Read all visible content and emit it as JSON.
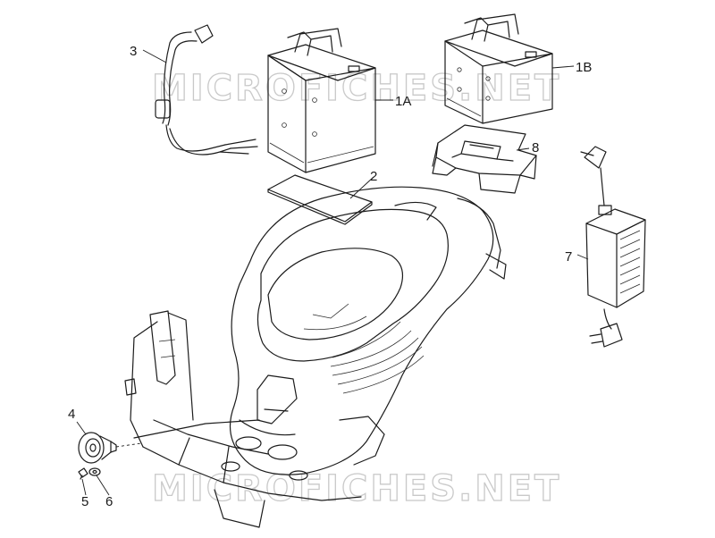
{
  "watermark": "MICROFICHES.NET",
  "parts": [
    {
      "id": "p1A",
      "label": "1A"
    },
    {
      "id": "p1B",
      "label": "1B"
    },
    {
      "id": "p2",
      "label": "2"
    },
    {
      "id": "p3",
      "label": "3"
    },
    {
      "id": "p4",
      "label": "4"
    },
    {
      "id": "p5",
      "label": "5"
    },
    {
      "id": "p6",
      "label": "6"
    },
    {
      "id": "p7",
      "label": "7"
    },
    {
      "id": "p8",
      "label": "8"
    }
  ],
  "colors": {
    "line": "#1c1c1c",
    "watermark": "#c9c9c9"
  }
}
